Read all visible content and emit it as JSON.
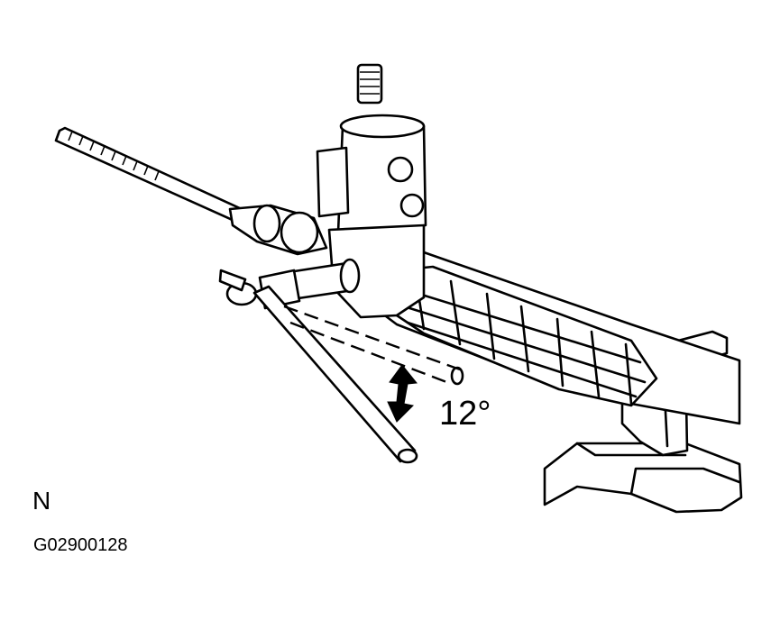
{
  "diagram": {
    "angle_label": "12°",
    "view_label": "N",
    "figure_code": "G02900128"
  },
  "colors": {
    "line": "#000000",
    "background": "#ffffff"
  }
}
